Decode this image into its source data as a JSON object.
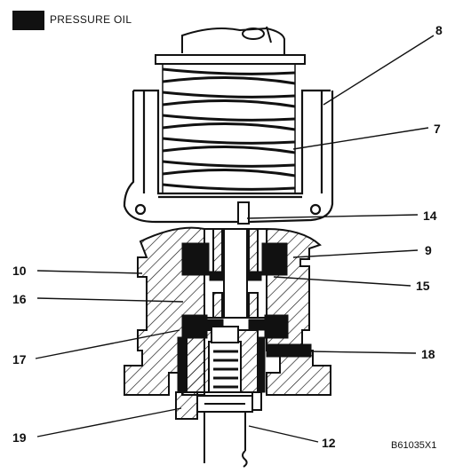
{
  "legend": {
    "label": "PRESSURE OIL",
    "swatch_color": "#111111"
  },
  "callouts": {
    "c8": "8",
    "c7": "7",
    "c14": "14",
    "c9": "9",
    "c10": "10",
    "c15": "15",
    "c16": "16",
    "c17": "17",
    "c18": "18",
    "c19": "19",
    "c12": "12"
  },
  "figure_code": "B61035X1",
  "colors": {
    "line": "#111111",
    "pressure_oil": "#111111",
    "background": "#ffffff"
  }
}
